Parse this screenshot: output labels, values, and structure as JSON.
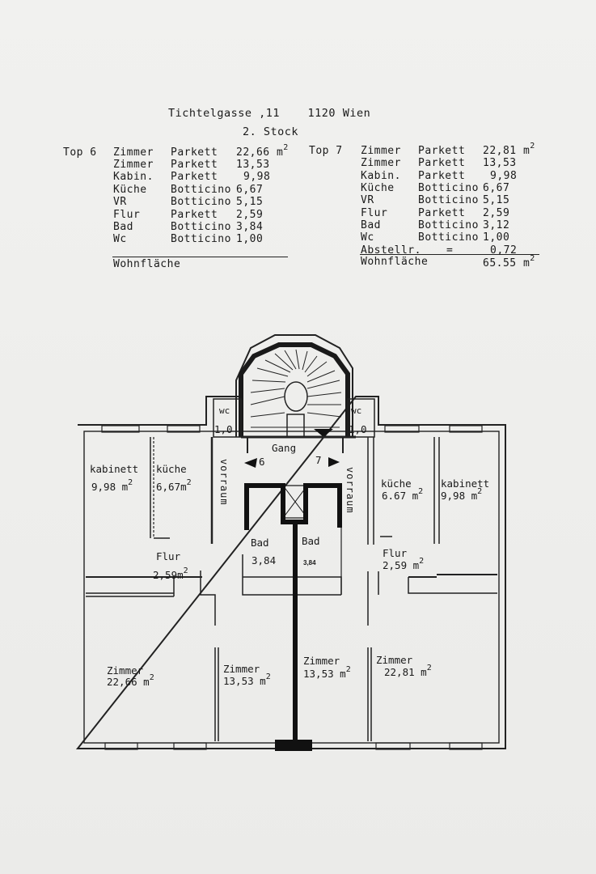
{
  "header": {
    "address": "Tichtelgasse ,11    1120 Wien",
    "floor": "2. Stock"
  },
  "top6": {
    "label": "Top 6",
    "rows": [
      {
        "room": "Zimmer",
        "floor": "Parkett",
        "area": "22,66 m"
      },
      {
        "room": "Zimmer",
        "floor": "Parkett",
        "area": "13,53"
      },
      {
        "room": "Kabin.",
        "floor": "Parkett",
        "area": "9,98"
      },
      {
        "room": "Küche",
        "floor": "Botticino",
        "area": "6,67"
      },
      {
        "room": "VR",
        "floor": "Botticino",
        "area": "5,15"
      },
      {
        "room": "Flur",
        "floor": "Parkett",
        "area": "2,59"
      },
      {
        "room": "Bad",
        "floor": "Botticino",
        "area": "3,84"
      },
      {
        "room": "Wc",
        "floor": "Botticino",
        "area": "1,00"
      }
    ],
    "total_label": "Wohnfläche",
    "sup": "2"
  },
  "top7": {
    "label": "Top 7",
    "rows": [
      {
        "room": "Zimmer",
        "floor": "Parkett",
        "area": "22,81 m"
      },
      {
        "room": "Zimmer",
        "floor": "Parkett",
        "area": "13,53"
      },
      {
        "room": "Kabin.",
        "floor": "Parkett",
        "area": "9,98"
      },
      {
        "room": "Küche",
        "floor": "Botticino",
        "area": "6,67"
      },
      {
        "room": "VR",
        "floor": "Botticino",
        "area": "5,15"
      },
      {
        "room": "Flur",
        "floor": "Parkett",
        "area": "2,59"
      },
      {
        "room": "Bad",
        "floor": "Botticino",
        "area": "3,12"
      },
      {
        "room": "Wc",
        "floor": "Botticino",
        "area": "1,00"
      },
      {
        "room": "Abstellr.",
        "floor": "=",
        "area": "0,72"
      }
    ],
    "total_label": "Wohnfläche",
    "total_value": "65.55 m",
    "sup": "2"
  },
  "plan": {
    "wc_left": "wc",
    "wc_left_area": "1,0",
    "wc_right": "wc",
    "wc_right_area": "1,0",
    "gang": "Gang",
    "door6": "6",
    "door7": "7",
    "vorraum": "vorraum",
    "left": {
      "kabinett": "kabinett",
      "kabinett_area": "9,98 m",
      "kueche": "küche",
      "kueche_area": "6,67m",
      "flur": "Flur",
      "flur_area": "2,59m",
      "bad": "Bad",
      "bad_area": "3,84",
      "zimmer1": "Zimmer",
      "zimmer1_area": "22,66 m",
      "zimmer2": "Zimmer",
      "zimmer2_area": "13,53 m"
    },
    "right": {
      "kabinett": "kabinett",
      "kabinett_area": "9,98 m",
      "kueche": "küche",
      "kueche_area": "6.67 m",
      "flur": "Flur",
      "flur_area": "2,59 m",
      "bad": "Bad",
      "bad_area": "3,84",
      "zimmer1": "Zimmer",
      "zimmer1_area": "13,53 m",
      "zimmer2": "Zimmer",
      "zimmer2_area": "22,81 m"
    },
    "sup": "2"
  }
}
